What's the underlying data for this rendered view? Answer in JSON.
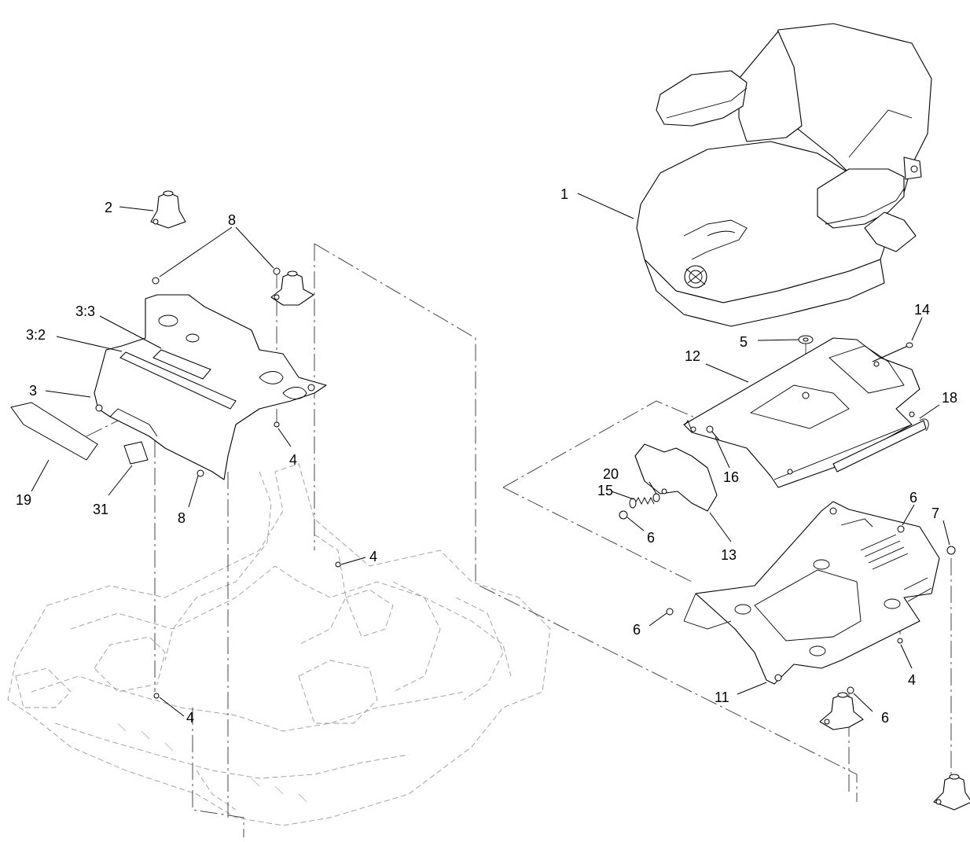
{
  "callouts": {
    "c1": "1",
    "c2": "2",
    "c3": "3",
    "c3_2": "3:2",
    "c3_3": "3:3",
    "c4a": "4",
    "c4b": "4",
    "c4c": "4",
    "c4d": "4",
    "c5": "5",
    "c6a": "6",
    "c6b": "6",
    "c6c": "6",
    "c6d": "6",
    "c7": "7",
    "c8a": "8",
    "c8b": "8",
    "c11": "11",
    "c12": "12",
    "c13": "13",
    "c14": "14",
    "c15": "15",
    "c16": "16",
    "c18": "18",
    "c19": "19",
    "c20": "20",
    "c31": "31"
  }
}
